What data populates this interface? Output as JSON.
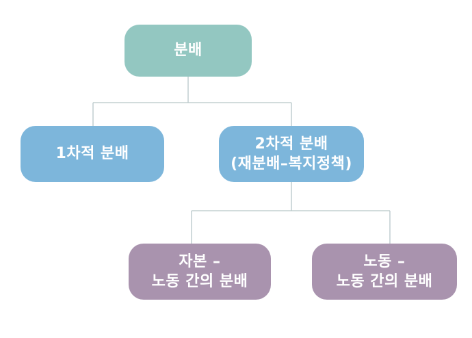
{
  "diagram": {
    "colors": {
      "root": "#93c7c1",
      "level1": "#7db6db",
      "level2": "#a993ae",
      "connector": "#b7c6c8",
      "text": "#ffffff"
    },
    "root": {
      "label": "분배"
    },
    "children": [
      {
        "label": "1차적 분배"
      },
      {
        "label": "2차적 분배\n(재분배–복지정책)",
        "children": [
          {
            "label": "자본 –\n노동 간의 분배"
          },
          {
            "label": "노동 –\n노동 간의 분배"
          }
        ]
      }
    ]
  }
}
